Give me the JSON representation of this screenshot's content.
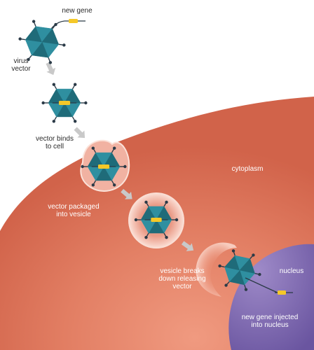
{
  "labels": {
    "new_gene": "new gene",
    "virus_vector": "virus\nvector",
    "vector_binds": "vector binds\nto cell",
    "cytoplasm": "cytoplasm",
    "vector_packaged": "vector packaged\ninto vesicle",
    "vesicle_breaks": "vesicle breaks\ndown releasing\nvector",
    "nucleus": "nucleus",
    "gene_injected": "new gene injected\ninto nucleus"
  },
  "colors": {
    "cell": "#d4684e",
    "cell_light": "#ec9d82",
    "vesicle": "#f1b9ab",
    "vesicle_rim": "#fbe4dc",
    "nucleus": "#6e58a3",
    "nucleus_light": "#9f8ccc",
    "virus_capsid": "#2f8fa0",
    "virus_capsid_dark": "#1f6b79",
    "gene": "#f5c828",
    "arrow": "#c9c9c9",
    "spike": "#2b3a47"
  },
  "icons": {
    "virus": "virus-hexagon-icon",
    "arrow": "process-arrow-icon",
    "gene": "gene-strand-icon"
  }
}
